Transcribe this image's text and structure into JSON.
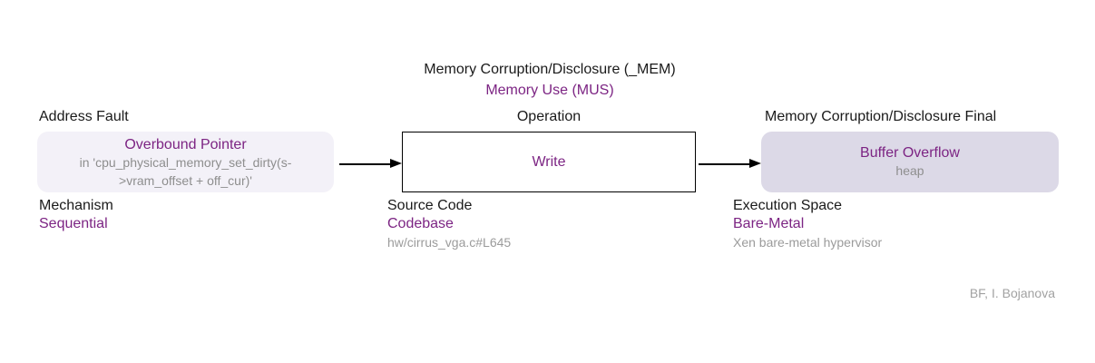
{
  "colors": {
    "accent_purple": "#7c2483",
    "heading_black": "#1a1a1a",
    "detail_gray": "#9b9b9b",
    "box_text_gray": "#8e8e8e",
    "cause_box_bg": "#f3f1f8",
    "consequence_box_bg": "#dcd9e7",
    "operation_box_border": "#000000",
    "arrow_black": "#000000"
  },
  "header": {
    "class_line": "Memory Corruption/Disclosure (_MEM)",
    "type_line": "Memory Use (MUS)"
  },
  "cause": {
    "heading": "Address Fault",
    "box_title": "Overbound Pointer",
    "box_detail_line1": "in 'cpu_physical_memory_set_dirty(s-",
    "box_detail_line2": ">vram_offset + off_cur)'",
    "attribute_label": "Mechanism",
    "attribute_value": "Sequential"
  },
  "operation": {
    "heading": "Operation",
    "box_title": "Write",
    "attribute_label": "Source Code",
    "attribute_value": "Codebase",
    "attribute_detail": "hw/cirrus_vga.c#L645"
  },
  "consequence": {
    "heading": "Memory Corruption/Disclosure Final",
    "box_title": "Buffer Overflow",
    "box_detail": "heap",
    "attribute_label": "Execution Space",
    "attribute_value": "Bare-Metal",
    "attribute_detail": "Xen bare-metal hypervisor"
  },
  "credit": "BF, I. Bojanova"
}
